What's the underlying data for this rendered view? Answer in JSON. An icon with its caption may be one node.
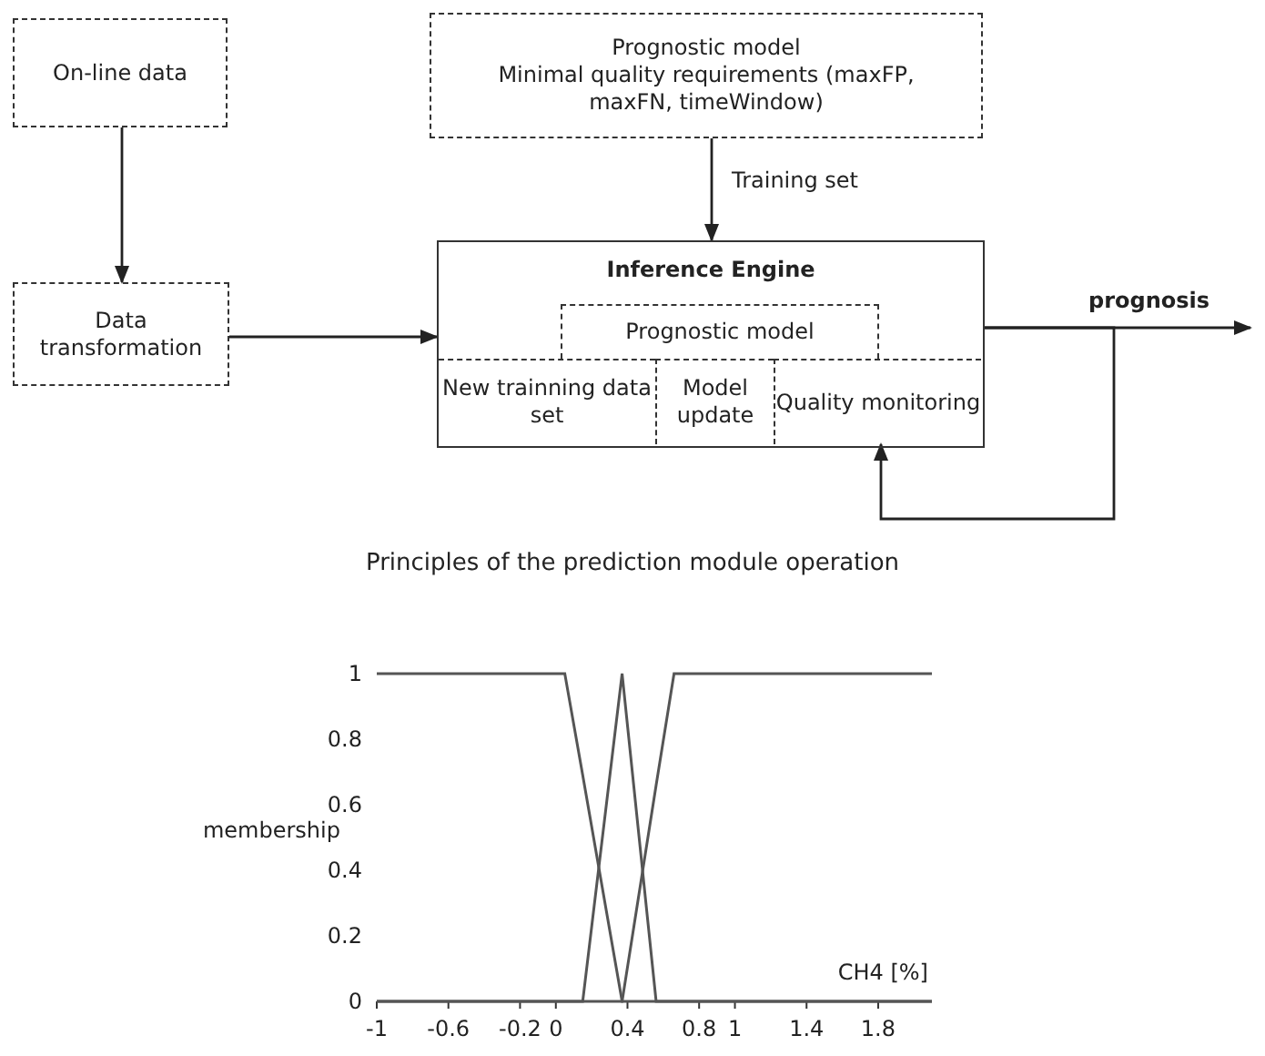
{
  "diagram": {
    "caption": "Principles of the prediction module operation",
    "nodes": [
      {
        "text": [
          "On-line data"
        ]
      },
      {
        "text": [
          "Data transformation"
        ]
      },
      {
        "text": [
          "Prognostic model",
          "Minimal quality requirements (maxFP, maxFN, timeWindow)"
        ]
      },
      {
        "text": [
          "Inference Engine"
        ]
      },
      {
        "text": [
          "Prognostic model"
        ],
        "in": 3
      },
      {
        "text": [
          "New trainning data set"
        ],
        "in": 3
      },
      {
        "text": [
          "Model update"
        ],
        "in": 3
      },
      {
        "text": [
          "Quality monitoring"
        ],
        "in": 3
      }
    ],
    "edges": [
      {
        "from": 0,
        "to": 1,
        "arrow": "to"
      },
      {
        "from": 2,
        "to": 3,
        "arrow": "to",
        "label": "Training set"
      },
      {
        "from": 1,
        "to": 3,
        "arrow": "to"
      },
      {
        "from": 3,
        "to": null,
        "arrow": "to",
        "label": "prognosis"
      },
      {
        "from": 3,
        "to": 7,
        "arrow": "to"
      }
    ],
    "chart_data": {
      "type": "line",
      "xlabel": "CH4 [%]",
      "ylabel": "membership",
      "x": [
        -1,
        0.05,
        0.15,
        0.37,
        0.56,
        0.66,
        2.1
      ],
      "series": [
        {
          "color": "#555555",
          "values": [
            1,
            1,
            0.69,
            0,
            0,
            0,
            0
          ]
        },
        {
          "color": "#555555",
          "values": [
            0,
            0,
            0,
            1,
            0,
            0,
            0
          ]
        },
        {
          "color": "#555555",
          "values": [
            0,
            0,
            0,
            0,
            0.66,
            1,
            1
          ]
        }
      ],
      "xlim": [
        -1,
        2.1
      ],
      "ylim": [
        0,
        1
      ],
      "xticks": [
        -1,
        -0.6,
        -0.2,
        0,
        0.4,
        0.8,
        1,
        1.4,
        1.8
      ],
      "yticks": [
        0,
        0.2,
        0.4,
        0.6,
        0.8,
        1
      ]
    }
  }
}
